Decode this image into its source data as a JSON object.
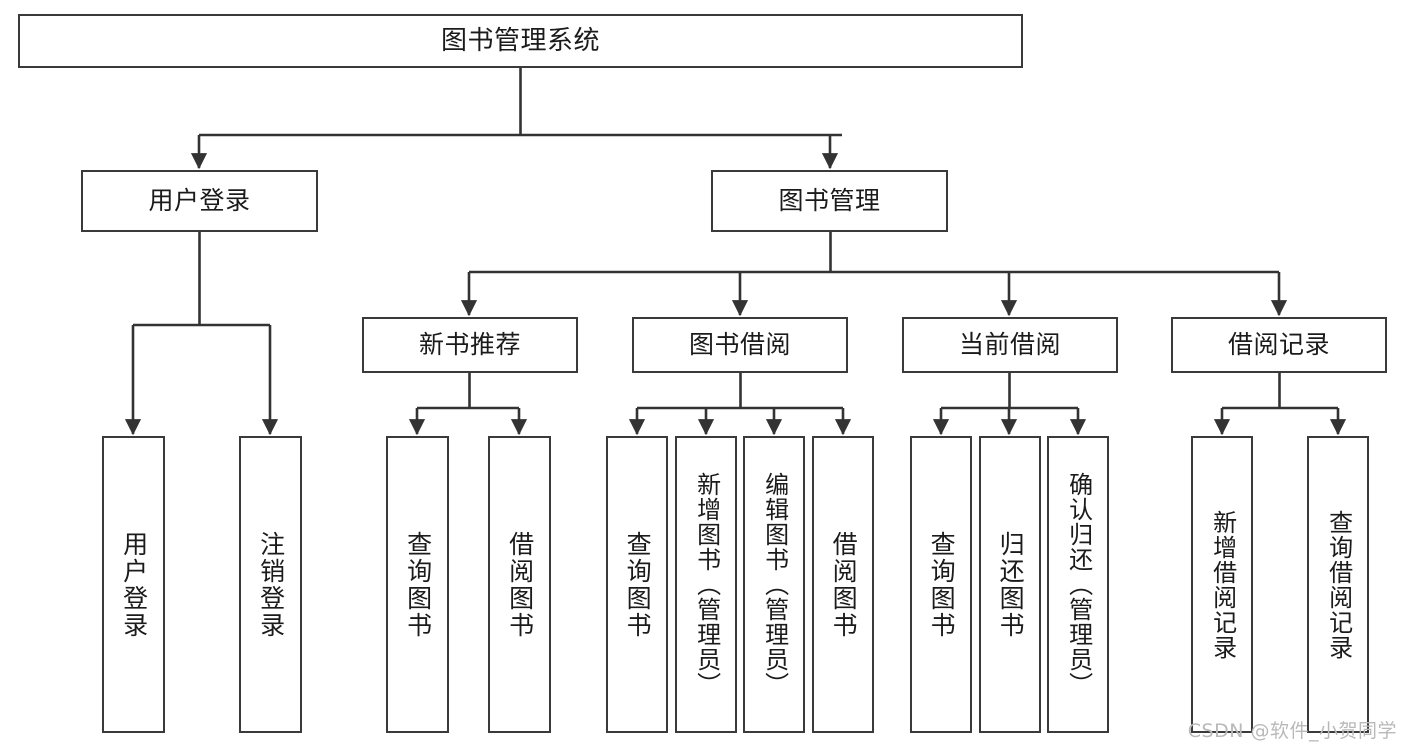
{
  "diagram": {
    "kind": "tree-hierarchy-chart",
    "title": "图书管理系统",
    "colors": {
      "background": "#ffffff",
      "box_border": "#3a3a3a",
      "box_fill": "#ffffff",
      "text": "#1b1b1b",
      "edge": "#333333",
      "watermark": "#b9b9b9"
    },
    "root": {
      "label": "图书管理系统"
    },
    "level2": [
      {
        "id": "user-login",
        "label": "用户登录"
      },
      {
        "id": "book-manage",
        "label": "图书管理"
      }
    ],
    "level3": [
      {
        "id": "new-book-recommend",
        "label": "新书推荐",
        "parent": "book-manage"
      },
      {
        "id": "book-borrow",
        "label": "图书借阅",
        "parent": "book-manage"
      },
      {
        "id": "current-borrow",
        "label": "当前借阅",
        "parent": "book-manage"
      },
      {
        "id": "borrow-record",
        "label": "借阅记录",
        "parent": "book-manage"
      }
    ],
    "leaves": {
      "user-login": [
        {
          "id": "leaf-user-login",
          "label": "用户登录"
        },
        {
          "id": "leaf-user-logout",
          "label": "注销登录"
        }
      ],
      "new-book-recommend": [
        {
          "id": "leaf-query-book-1",
          "label": "查询图书"
        },
        {
          "id": "leaf-borrow-book-1",
          "label": "借阅图书"
        }
      ],
      "book-borrow": [
        {
          "id": "leaf-query-book-2",
          "label": "查询图书"
        },
        {
          "id": "leaf-add-book",
          "label": "新增图书（管理员）"
        },
        {
          "id": "leaf-edit-book",
          "label": "编辑图书（管理员）"
        },
        {
          "id": "leaf-borrow-book-2",
          "label": "借阅图书"
        }
      ],
      "current-borrow": [
        {
          "id": "leaf-query-book-3",
          "label": "查询图书"
        },
        {
          "id": "leaf-return-book",
          "label": "归还图书"
        },
        {
          "id": "leaf-confirm-return",
          "label": "确认归还（管理员）"
        }
      ],
      "borrow-record": [
        {
          "id": "leaf-add-record",
          "label": "新增借阅记录"
        },
        {
          "id": "leaf-query-record",
          "label": "查询借阅记录"
        }
      ]
    }
  },
  "watermark": {
    "text": "CSDN @软件_小贺同学"
  }
}
